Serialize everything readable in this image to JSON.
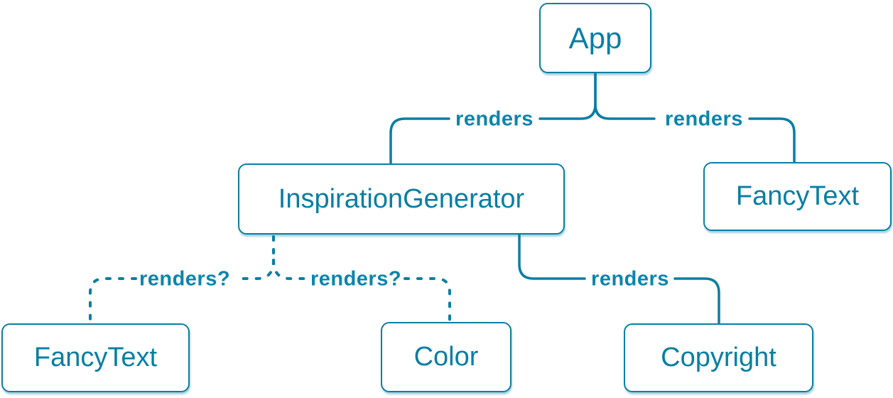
{
  "diagram": {
    "type": "component-render-tree",
    "colors": {
      "stroke": "#0a7ea4",
      "node_text": "#087ea4",
      "edge_label_text": "#0a85ae",
      "node_background": "#ffffff"
    },
    "nodes": {
      "app": {
        "label": "App"
      },
      "inspiration_generator": {
        "label": "InspirationGenerator"
      },
      "fancy_text_top": {
        "label": "FancyText"
      },
      "fancy_text_bottom": {
        "label": "FancyText"
      },
      "color": {
        "label": "Color"
      },
      "copyright": {
        "label": "Copyright"
      }
    },
    "edges": [
      {
        "from": "App",
        "to": "InspirationGenerator",
        "label": "renders",
        "style": "solid"
      },
      {
        "from": "App",
        "to": "FancyText",
        "label": "renders",
        "style": "solid"
      },
      {
        "from": "InspirationGenerator",
        "to": "FancyText",
        "label": "renders?",
        "style": "dashed"
      },
      {
        "from": "InspirationGenerator",
        "to": "Color",
        "label": "renders?",
        "style": "dashed"
      },
      {
        "from": "InspirationGenerator",
        "to": "Copyright",
        "label": "renders",
        "style": "solid"
      }
    ],
    "edge_labels": {
      "app_to_inspiration": "renders",
      "app_to_fancy": "renders",
      "inspiration_to_fancy": "renders?",
      "inspiration_to_color": "renders?",
      "inspiration_to_copyright": "renders"
    }
  }
}
